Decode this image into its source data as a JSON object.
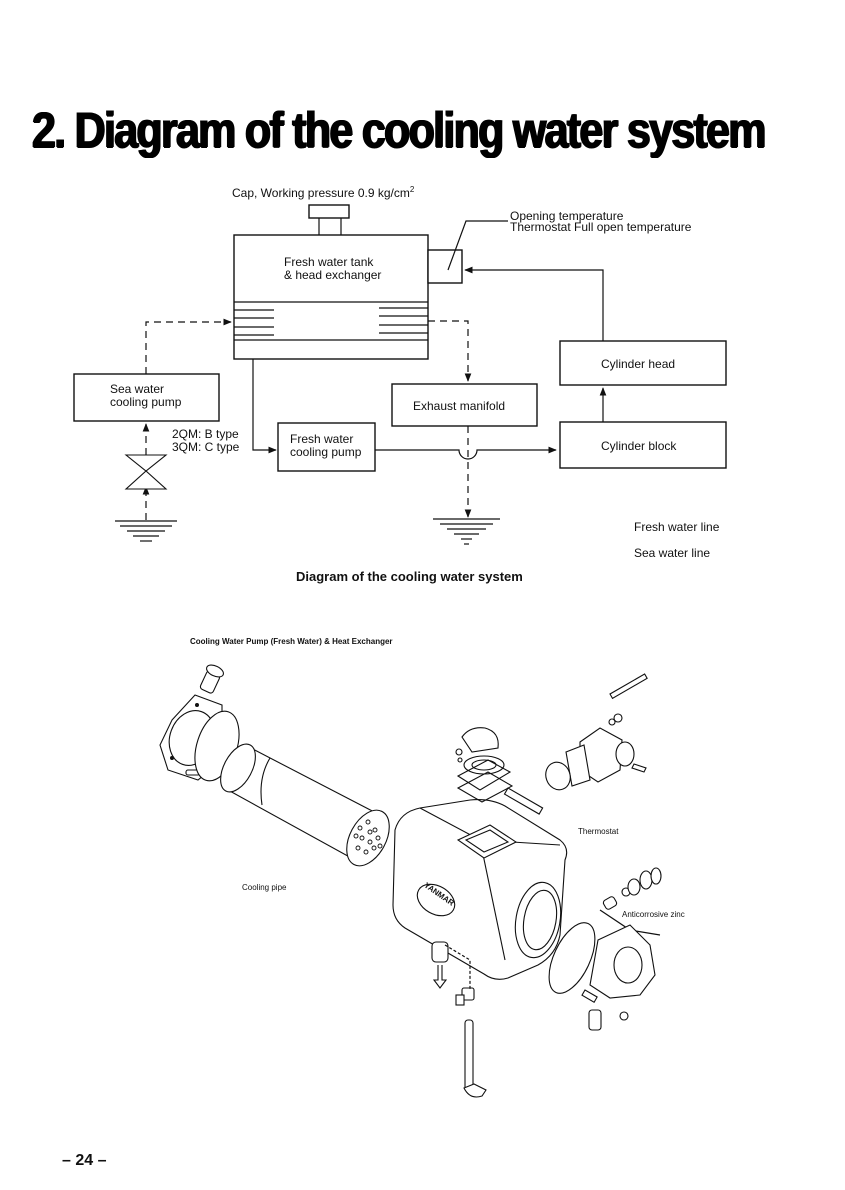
{
  "page": {
    "title": "2. Diagram of the cooling water system",
    "page_number": "– 24 –"
  },
  "schematic": {
    "cap_label": "Cap, Working pressure 0.9 kg/cm",
    "cap_superscript": "2",
    "thermostat_label_line1": "Opening temperature",
    "thermostat_label_line2": "Thermostat Full open temperature",
    "components": {
      "fresh_water_tank_line1": "Fresh water tank",
      "fresh_water_tank_line2": "& head exchanger",
      "sea_water_pump_line1": "Sea water",
      "sea_water_pump_line2": "cooling pump",
      "exhaust_manifold": "Exhaust manifold",
      "fresh_water_pump_line1": "Fresh water",
      "fresh_water_pump_line2": "cooling pump",
      "cylinder_head": "Cylinder head",
      "cylinder_block": "Cylinder block"
    },
    "pump_types": [
      "2QM: B type",
      "3QM: C type"
    ],
    "legend": [
      {
        "label": "Fresh water line",
        "style": "solid"
      },
      {
        "label": "Sea water line",
        "style": "dashed"
      }
    ],
    "caption": "Diagram of the cooling water system"
  },
  "exploded_view": {
    "title": "Cooling Water Pump (Fresh Water) & Heat Exchanger",
    "labels": {
      "thermostat": "Thermostat",
      "cooling_pipe": "Cooling pipe",
      "anticorrosive_zinc": "Anticorrosive zinc",
      "brand_mark": "YANMAR"
    }
  }
}
